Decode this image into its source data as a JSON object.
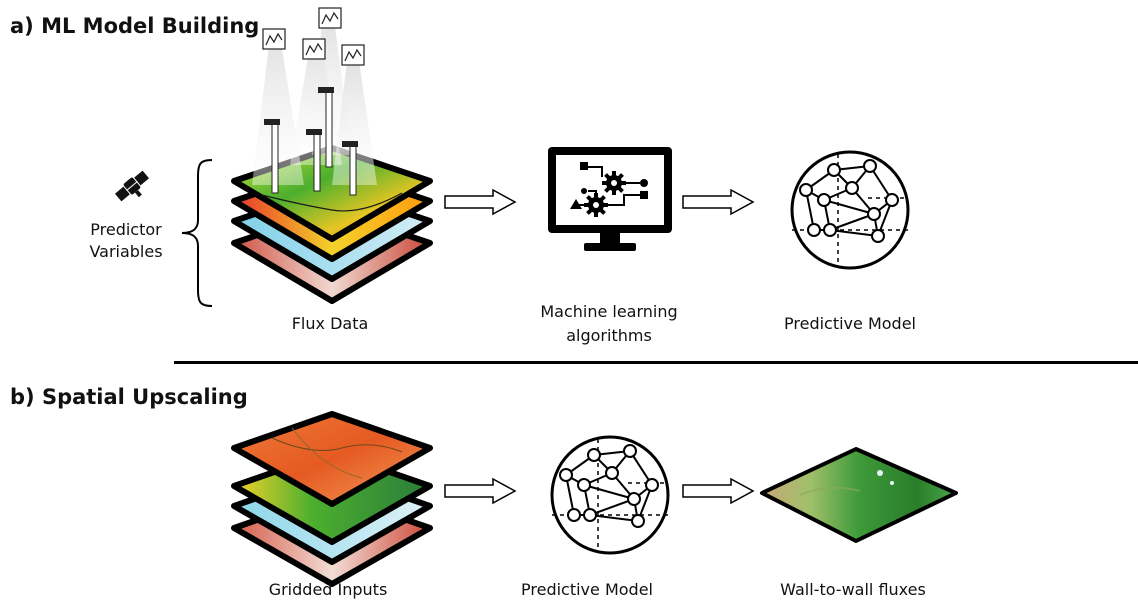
{
  "section_a": {
    "title": "a) ML Model Building",
    "predictor_label_line1": "Predictor",
    "predictor_label_line2": "Variables",
    "flux_label": "Flux Data",
    "ml_label_line1": "Machine learning",
    "ml_label_line2": "algorithms",
    "model_label": "Predictive Model"
  },
  "section_b": {
    "title": "b) Spatial Upscaling",
    "gridded_label": "Gridded Inputs",
    "model_label": "Predictive Model",
    "output_label": "Wall-to-wall fluxes"
  },
  "icons": [
    "satellite-icon",
    "flux-tower-icon",
    "computer-gears-icon",
    "network-model-icon",
    "arrow-right-icon",
    "map-layers-icon",
    "map-output-icon"
  ]
}
